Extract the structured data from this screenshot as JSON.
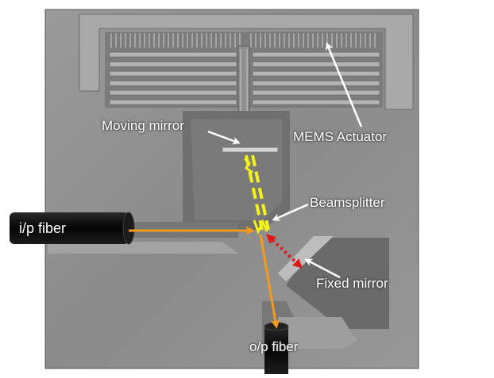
{
  "labels": {
    "moving_mirror": "Moving mirror",
    "mems_actuator": "MEMS Actuator",
    "beamsplitter": "Beamsplitter",
    "ip_fiber": "i/p fiber",
    "fixed_mirror": "Fixed mirror",
    "op_fiber": "o/p fiber"
  },
  "colors": {
    "background": "#ffffff",
    "sem_gray": "#8a8a8a",
    "beam_orange": "#f39a1c",
    "beam_yellow": "#f4f21a",
    "beam_red": "#e01818",
    "arrow_white": "#ffffff",
    "fiber_black": "#0b0b0b"
  }
}
